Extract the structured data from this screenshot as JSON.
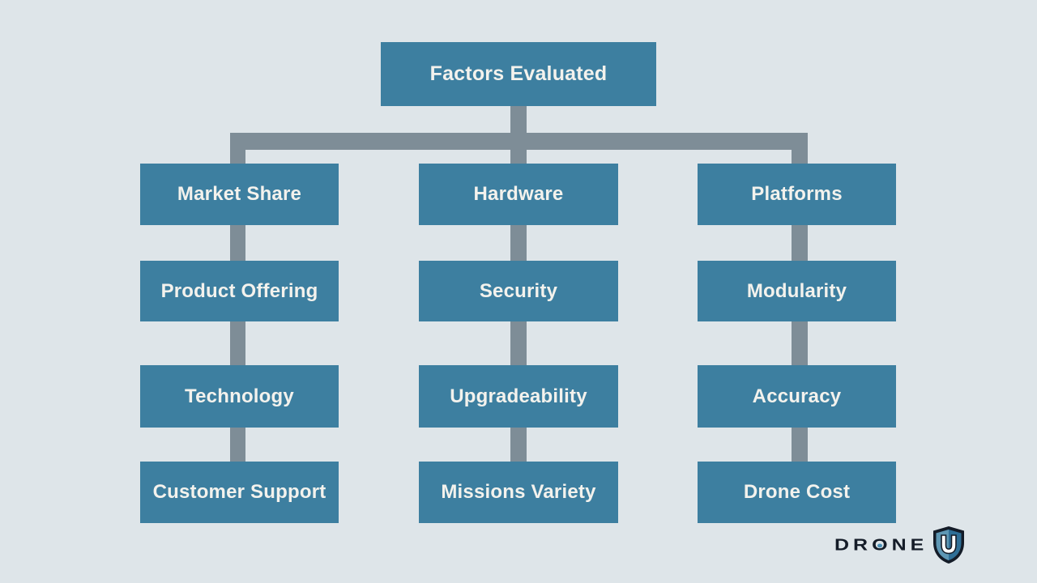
{
  "diagram": {
    "title": "Factors Evaluated",
    "columns": [
      {
        "items": [
          "Market Share",
          "Product Offering",
          "Technology",
          "Customer Support"
        ]
      },
      {
        "items": [
          "Hardware",
          "Security",
          "Upgradeability",
          "Missions Variety"
        ]
      },
      {
        "items": [
          "Platforms",
          "Modularity",
          "Accuracy",
          "Drone Cost"
        ]
      }
    ],
    "colors": {
      "background": "#dee5e9",
      "box": "#3d7fa0",
      "connector": "#7e8d97",
      "box_text": "#f3f2ed"
    }
  },
  "logo": {
    "text_left": "DR",
    "text_o": "O",
    "text_right": "NE",
    "shield_letter": "U",
    "colors": {
      "text": "#141c28",
      "o_dot": "#4a8fb5",
      "shield_dark": "#141c28",
      "shield_blue": "#2f6f97",
      "shield_highlight": "#5e97b4"
    }
  }
}
